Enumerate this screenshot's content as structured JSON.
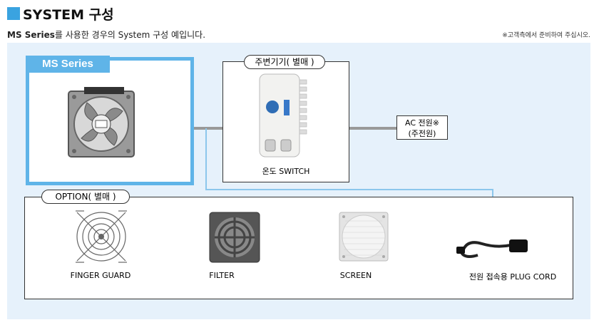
{
  "header": {
    "title": "SYSTEM 구성",
    "subtitle_bold": "MS Series",
    "subtitle_rest": "를 사용한 경우의 System 구성 예입니다.",
    "note": "※고객측에서 준비하여 주십시오."
  },
  "diagram": {
    "ms_series_label": "MS Series",
    "peripheral_label": "주변기기( 별매 )",
    "temp_switch_label": "온도 SWITCH",
    "ac_power_line1": "AC 전원※",
    "ac_power_line2": "(주전원)",
    "option_label": "OPTION( 별매 )",
    "options": [
      {
        "label": "FINGER GUARD"
      },
      {
        "label": "FILTER"
      },
      {
        "label": "SCREEN"
      },
      {
        "label": "전원 접속용 PLUG CORD"
      }
    ]
  },
  "colors": {
    "accent": "#3aa3e0",
    "ms_frame": "#5fb4e8",
    "panel_bg": "#e6f1fb"
  }
}
